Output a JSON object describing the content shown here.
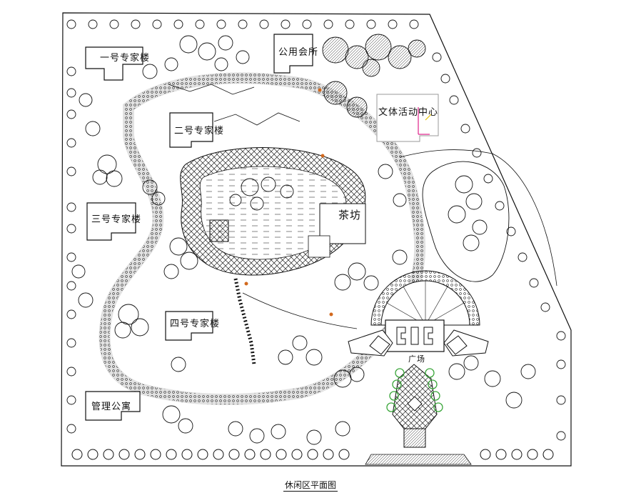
{
  "labels": {
    "expert_building_1": "一号专家楼",
    "public_hall": "公用会所",
    "culture_center": "文体活动中心",
    "expert_building_2": "二号专家楼",
    "expert_building_3": "三号专家楼",
    "tea_house": "茶坊",
    "expert_building_4": "四号专家楼",
    "management_apartment": "管理公寓",
    "plaza_gate": "广场"
  },
  "caption": "休闲区平面图",
  "colors": {
    "line": "#111111",
    "water_hatch": "#333333",
    "accent_magenta": "#e0208a",
    "accent_yellow": "#e8c400",
    "accent_green": "#3aa63a",
    "accent_orange": "#d2691e"
  }
}
